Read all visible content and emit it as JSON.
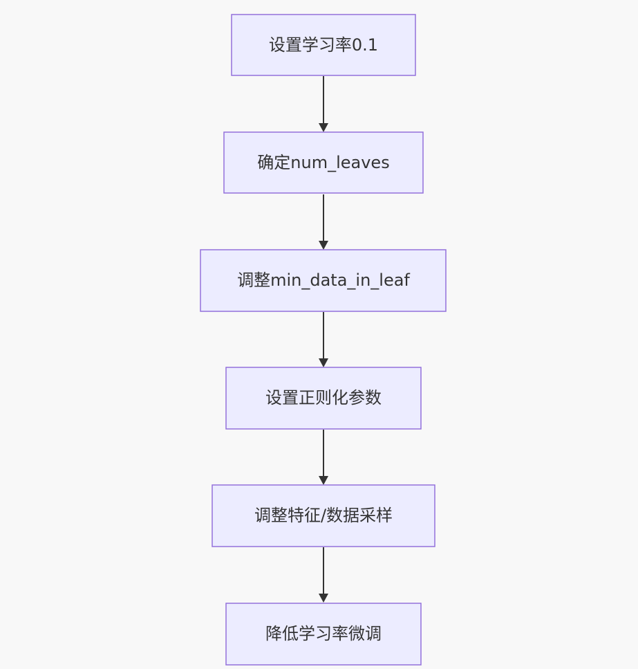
{
  "diagram": {
    "nodes": [
      {
        "id": "n1",
        "label": "设置学习率0.1"
      },
      {
        "id": "n2",
        "label": "确定num_leaves"
      },
      {
        "id": "n3",
        "label": "调整min_data_in_leaf"
      },
      {
        "id": "n4",
        "label": "设置正则化参数"
      },
      {
        "id": "n5",
        "label": "调整特征/数据采样"
      },
      {
        "id": "n6",
        "label": "降低学习率微调"
      }
    ],
    "edges": [
      {
        "from": "n1",
        "to": "n2"
      },
      {
        "from": "n2",
        "to": "n3"
      },
      {
        "from": "n3",
        "to": "n4"
      },
      {
        "from": "n4",
        "to": "n5"
      },
      {
        "from": "n5",
        "to": "n6"
      }
    ],
    "colors": {
      "node_fill": "#ececff",
      "node_stroke": "#9370db",
      "text": "#333333",
      "edge": "#333333",
      "background": "#f8f8f8"
    }
  }
}
